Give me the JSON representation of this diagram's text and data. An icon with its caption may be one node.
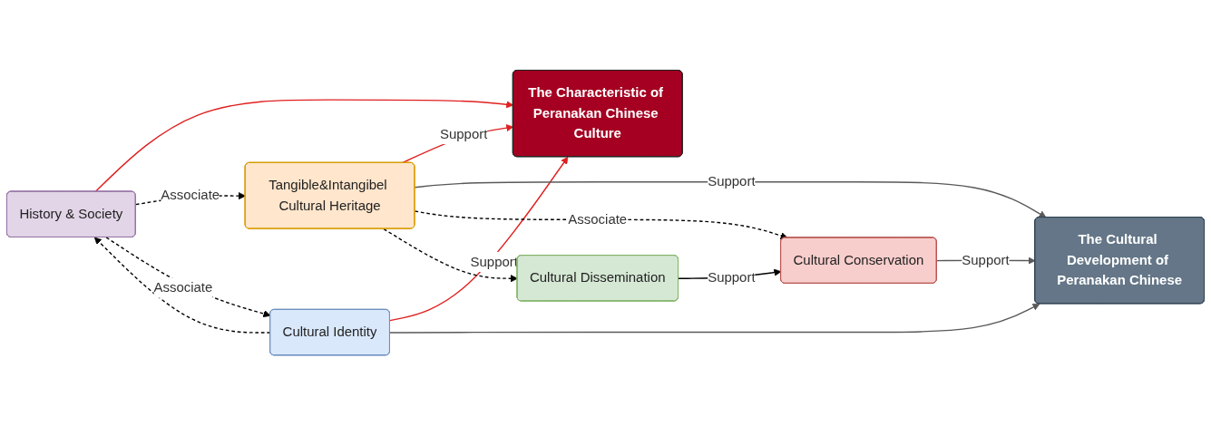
{
  "diagram": {
    "nodes": [
      {
        "text": [
          "The Characteristic of Peranakan Chinese Culture"
        ]
      },
      {
        "text": [
          "History & Society"
        ]
      },
      {
        "text": [
          "Tangible&Intangibel Cultural Heritage"
        ]
      },
      {
        "text": [
          "The Cultural Development of Peranakan Chinese"
        ]
      },
      {
        "text": [
          "Cultural Identity"
        ]
      },
      {
        "text": [
          "Cultural Conservation"
        ]
      },
      {
        "text": [
          "Cultural Dissemination"
        ]
      }
    ],
    "edges": [
      {
        "from": 2,
        "to": 0,
        "arrow": "to",
        "label": "Support",
        "color": "#e02020"
      },
      {
        "from": 1,
        "to": 0,
        "arrow": "to",
        "color": "#e02020"
      },
      {
        "from": 4,
        "to": 0,
        "arrow": "to",
        "label": "Support",
        "color": "#e02020"
      },
      {
        "from": 1,
        "to": 2,
        "arrow": "to",
        "label": "Associate",
        "style": "dashed"
      },
      {
        "from": 2,
        "to": 3,
        "arrow": "to",
        "label": "Support",
        "color": "#595959"
      },
      {
        "from": 1,
        "to": 4,
        "arrow": "to",
        "label": "Associate",
        "style": "dashed"
      },
      {
        "from": 4,
        "to": 1,
        "arrow": "to",
        "style": "dashed"
      },
      {
        "from": 2,
        "to": 5,
        "arrow": "to",
        "label": "Associate",
        "style": "dashed"
      },
      {
        "from": 2,
        "to": 6,
        "arrow": "to",
        "style": "dashed"
      },
      {
        "from": 6,
        "to": 5,
        "arrow": "to",
        "label": "Support"
      },
      {
        "from": 4,
        "to": 3,
        "arrow": "to",
        "color": "#595959"
      },
      {
        "from": 5,
        "to": 3,
        "arrow": "to",
        "label": "Support",
        "color": "#595959"
      }
    ]
  }
}
